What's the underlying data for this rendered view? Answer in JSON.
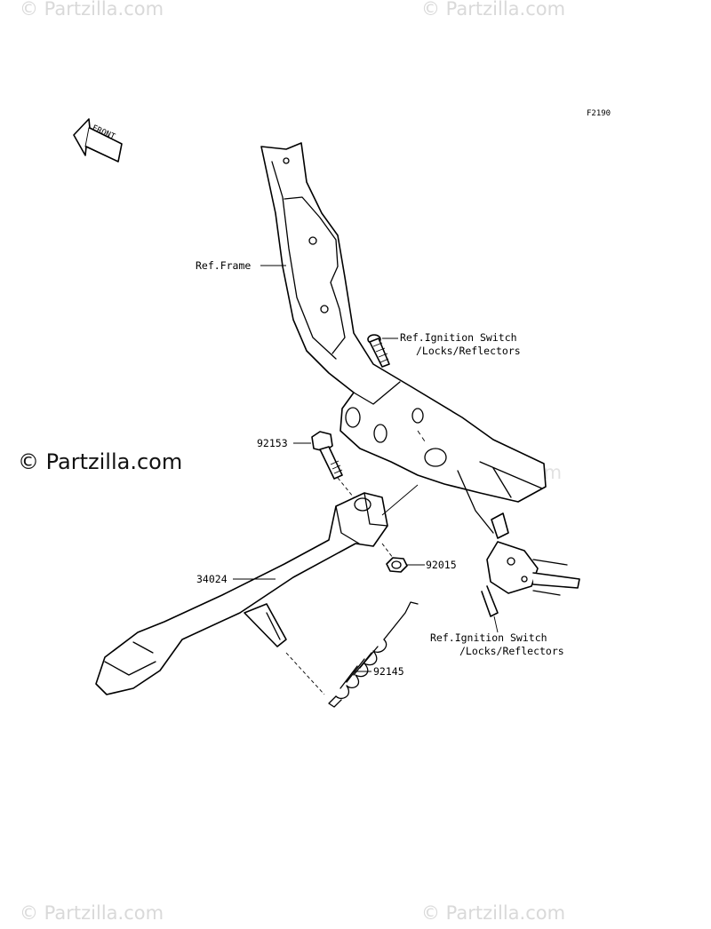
{
  "diagram_code": "F2190",
  "front_arrow_label": "FRONT",
  "watermarks": {
    "corner": "© Partzilla.com",
    "main": "© Partzilla.com"
  },
  "callouts": {
    "frame": "Ref.Frame",
    "ignition_upper_line1": "Ref.Ignition Switch",
    "ignition_upper_line2": "/Locks/Reflectors",
    "bolt": "92153",
    "stand": "34024",
    "nut": "92015",
    "spring": "92145",
    "ignition_lower_line1": "Ref.Ignition Switch",
    "ignition_lower_line2": "/Locks/Reflectors"
  }
}
